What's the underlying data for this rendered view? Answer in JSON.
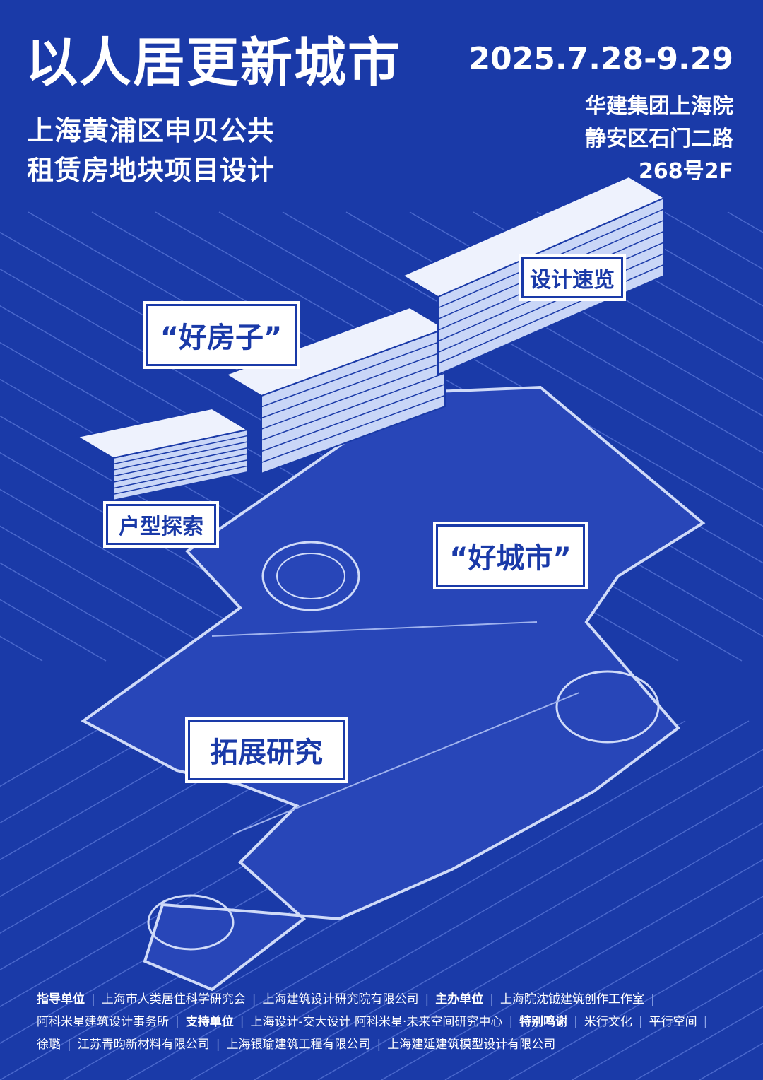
{
  "header": {
    "title": "以人居更新城市",
    "subtitle_line1": "上海黄浦区申贝公共",
    "subtitle_line2": "租赁房地块项目设计"
  },
  "event": {
    "date": "2025.7.28-9.29",
    "venue_line1": "华建集团上海院",
    "venue_line2": "静安区石门二路",
    "venue_line3": "268号2F"
  },
  "bubbles": {
    "design_overview": "设计速览",
    "good_house": "“好房子”",
    "unit_exploration": "户型探索",
    "good_city": "“好城市”",
    "extended_research": "拓展研究"
  },
  "credits": [
    {
      "text": "指导单位",
      "label": true
    },
    {
      "text": "上海市人类居住科学研究会"
    },
    {
      "text": "上海建筑设计研究院有限公司"
    },
    {
      "text": "主办单位",
      "label": true
    },
    {
      "text": "上海院沈钺建筑创作工作室"
    },
    {
      "text": "阿科米星建筑设计事务所"
    },
    {
      "text": "支持单位",
      "label": true
    },
    {
      "text": "上海设计-交大设计 阿科米星·未来空间研究中心"
    },
    {
      "text": "特别鸣谢",
      "label": true
    },
    {
      "text": "米行文化"
    },
    {
      "text": "平行空间"
    },
    {
      "text": "徐璐"
    },
    {
      "text": "江苏青昀新材料有限公司"
    },
    {
      "text": "上海银瑜建筑工程有限公司"
    },
    {
      "text": "上海建延建筑模型设计有限公司"
    }
  ],
  "colors": {
    "background": "#1a3aa8",
    "line": "#6f8be0",
    "building": "#dfe7fb",
    "text": "#ffffff"
  }
}
